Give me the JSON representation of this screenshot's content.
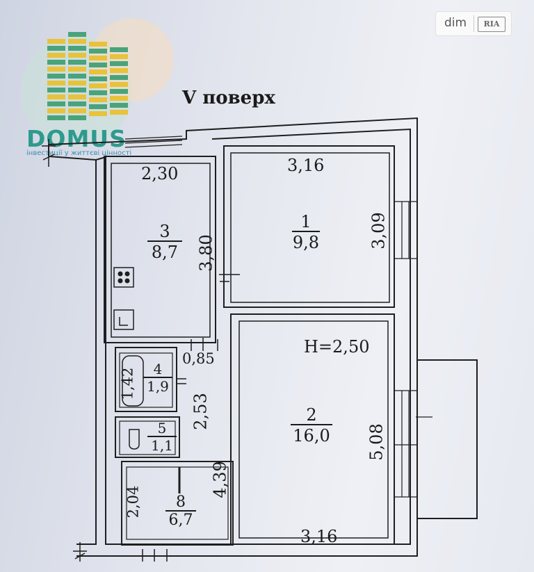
{
  "watermark": {
    "brand": "DOMUS",
    "tagline": "інвестиції у життєві цінності",
    "colors": {
      "green": "#4aa37a",
      "yellow": "#e8c23a",
      "teal": "#2f9a8e"
    }
  },
  "badge": {
    "dim": "dim",
    "ria": "RIA"
  },
  "plan": {
    "title": "V поверх",
    "ceiling_height": "Н=2,50",
    "rooms": [
      {
        "number": "1",
        "area": "9,8"
      },
      {
        "number": "2",
        "area": "16,0"
      },
      {
        "number": "3",
        "area": "8,7"
      },
      {
        "number": "4",
        "area": "1,9"
      },
      {
        "number": "5",
        "area": "1,1"
      },
      {
        "number": "8",
        "area": "6,7"
      }
    ],
    "dimensions": {
      "room1_width": "3,16",
      "room1_length": "3,09",
      "room3_width": "2,30",
      "room3_length": "3,80",
      "room4_length": "1,42",
      "corridor_width": "0,85",
      "corridor_length_upper": "2,53",
      "corridor_length_lower": "4,39",
      "room8_width": "2,04",
      "room2_length": "5,08",
      "room2_width": "3,16"
    }
  }
}
